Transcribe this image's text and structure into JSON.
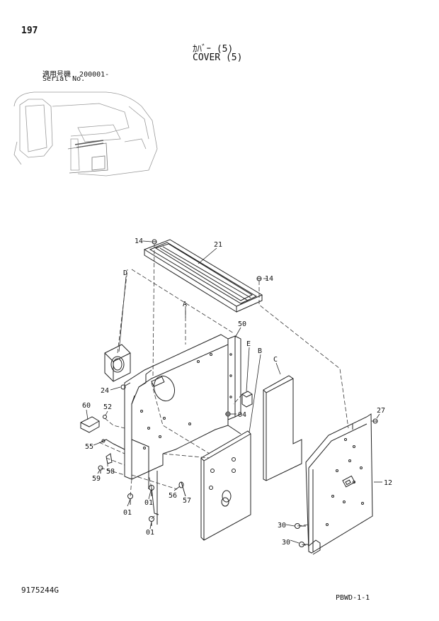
{
  "page_number": "197",
  "title_jp": "ｶﾊﾞｰ (5)",
  "title_en": "COVER (5)",
  "serial_label_jp": "適用号機",
  "serial_value": "200001-",
  "serial_label_en": "Serial No.",
  "document_number": "9175244G",
  "page_code": "PBWD-1-1",
  "callouts": {
    "c14a": "14",
    "c21": "21",
    "c14b": "14",
    "cD": "D",
    "cA": "A",
    "c50": "50",
    "cE": "E",
    "cB": "B",
    "cC": "C",
    "c24": "24",
    "c04": "04",
    "c60": "60",
    "c52": "52",
    "c27": "27",
    "c55": "55",
    "c58": "58",
    "c59": "59",
    "c56": "56",
    "c57": "57",
    "c01a": "01",
    "c01b": "01",
    "c01c": "01",
    "c12": "12",
    "c30a": "30",
    "c30b": "30"
  }
}
